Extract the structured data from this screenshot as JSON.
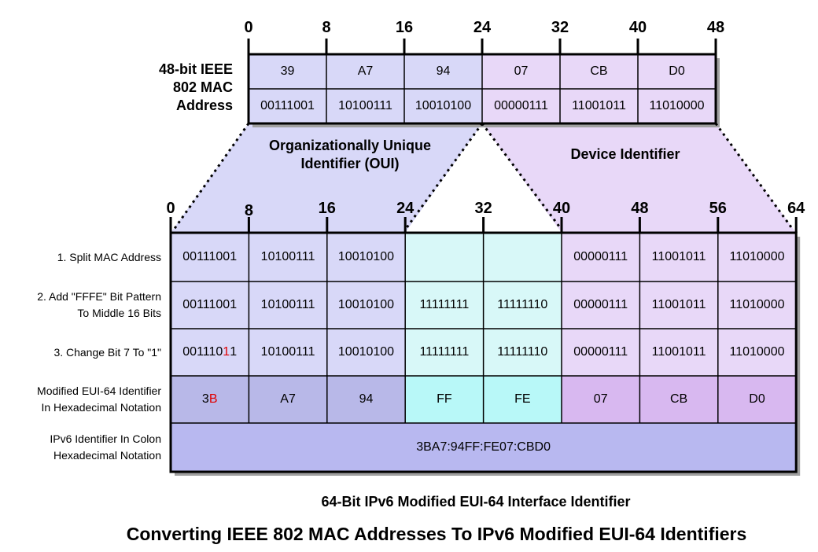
{
  "mac": {
    "label_lines": [
      "48-bit IEEE",
      "802 MAC",
      "Address"
    ],
    "ticks": [
      "0",
      "8",
      "16",
      "24",
      "32",
      "40",
      "48"
    ],
    "hex": [
      "39",
      "A7",
      "94",
      "07",
      "CB",
      "D0"
    ],
    "bin": [
      "00111001",
      "10100111",
      "10010100",
      "00000111",
      "11001011",
      "11010000"
    ]
  },
  "regions": {
    "oui_lines": [
      "Organizationally Unique",
      "Identifier (OUI)"
    ],
    "device": "Device Identifier"
  },
  "eui": {
    "ticks": [
      "0",
      "8",
      "16",
      "24",
      "32",
      "40",
      "48",
      "56",
      "64"
    ],
    "row_labels": [
      [
        "1. Split MAC Address"
      ],
      [
        "2. Add \"FFFE\" Bit Pattern",
        "To Middle 16 Bits"
      ],
      [
        "3. Change Bit 7 To \"1\""
      ],
      [
        "Modified EUI-64 Identifier",
        "In Hexadecimal Notation"
      ],
      [
        "IPv6 Identifier In Colon",
        "Hexadecimal Notation"
      ]
    ],
    "split": [
      "00111001",
      "10100111",
      "10010100",
      "",
      "",
      "00000111",
      "11001011",
      "11010000"
    ],
    "fffe": [
      "00111001",
      "10100111",
      "10010100",
      "11111111",
      "11111110",
      "00000111",
      "11001011",
      "11010000"
    ],
    "bit7": [
      "00111011",
      "10100111",
      "10010100",
      "11111111",
      "11111110",
      "00000111",
      "11001011",
      "11010000"
    ],
    "hex": [
      "3B",
      "A7",
      "94",
      "FF",
      "FE",
      "07",
      "CB",
      "D0"
    ],
    "colon": "3BA7:94FF:FE07:CBD0"
  },
  "captions": {
    "sub": "64-Bit IPv6 Modified EUI-64 Interface Identifier",
    "main": "Converting IEEE 802 MAC Addresses To IPv6 Modified EUI-64 Identifiers"
  },
  "colors": {
    "oui_fill": "#d8d8f8",
    "device_fill": "#e8d8f8",
    "mid_fill": "#d8f8f8",
    "oui_dark": "#b8b8e8",
    "device_dark": "#d8b8f0",
    "mid_dark": "#b8f8f8",
    "colon_fill": "#b8b8f0",
    "highlight": "#e00000"
  }
}
